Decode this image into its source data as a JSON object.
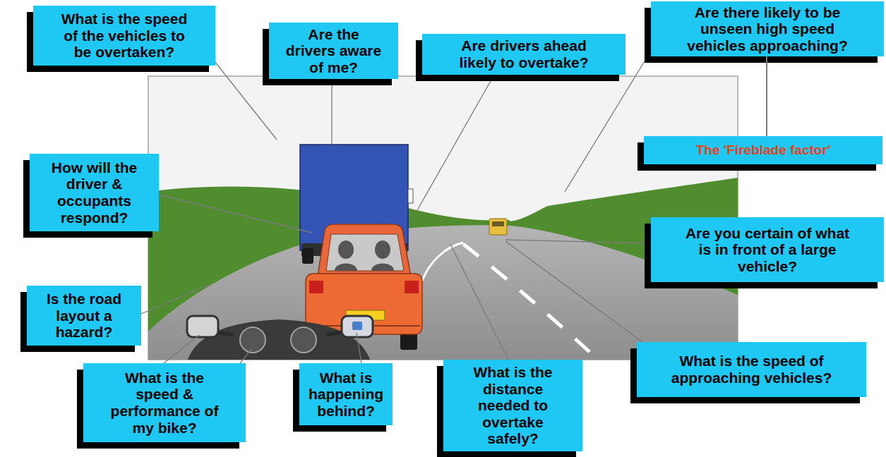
{
  "diagram": {
    "nodes": [
      {
        "text": [
          "What is the speed of the vehicles to be overtaken?"
        ]
      },
      {
        "text": [
          "Are the drivers aware of me?"
        ]
      },
      {
        "text": [
          "Are drivers ahead likely to overtake?"
        ]
      },
      {
        "text": [
          "Are there likely to be unseen high speed vehicles approaching?"
        ]
      },
      {
        "text": [
          "The 'Fireblade factor'"
        ]
      },
      {
        "text": [
          "How will the driver & occupants respond?"
        ]
      },
      {
        "text": [
          "Are you certain of what is in front of a large vehicle?"
        ]
      },
      {
        "text": [
          "Is the road layout a hazard?"
        ]
      },
      {
        "text": [
          "What is the speed of approaching vehicles?"
        ]
      },
      {
        "text": [
          "What is the speed & performance of my bike?"
        ]
      },
      {
        "text": [
          "What is happening behind?"
        ]
      },
      {
        "text": [
          "What is the distance needed to overtake safely?"
        ]
      }
    ],
    "edges": [
      {
        "from": 3,
        "to": 4,
        "arrow": "none"
      }
    ]
  }
}
